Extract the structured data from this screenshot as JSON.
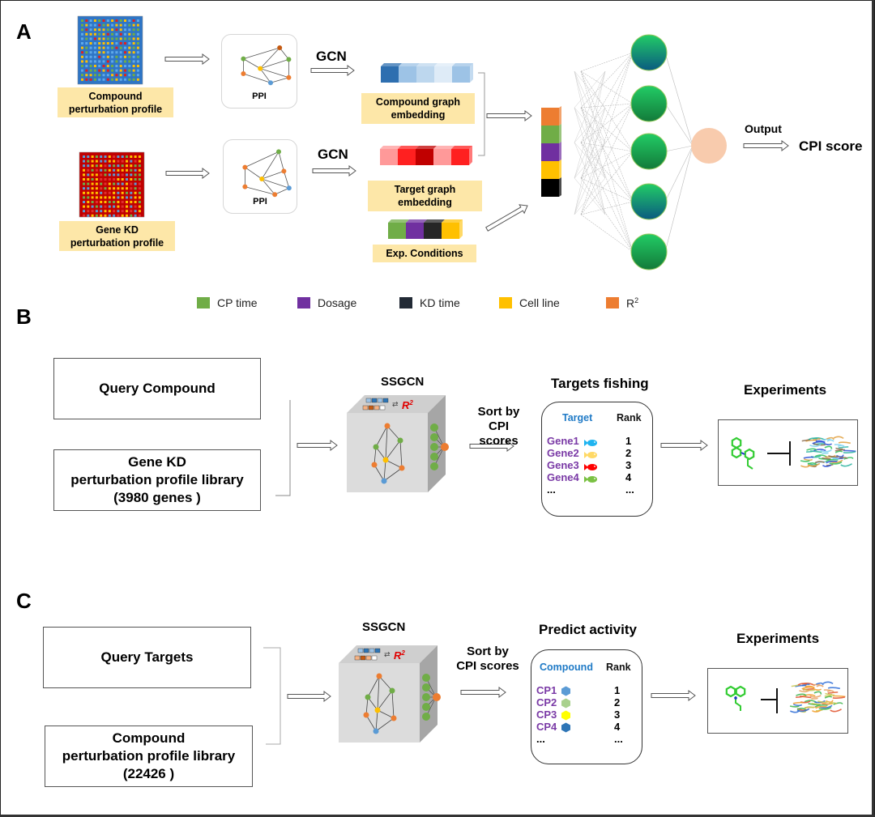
{
  "panels": {
    "a": {
      "label": "A",
      "compound_profile_label": [
        "Compound",
        "perturbation profile"
      ],
      "gene_profile_label": [
        "Gene KD",
        "perturbation profile"
      ],
      "ppi_label_top": "PPI",
      "ppi_label_bottom": "PPI",
      "gcn_top": "GCN",
      "gcn_bottom": "GCN",
      "compound_embedding_label": [
        "Compound graph",
        "embedding"
      ],
      "target_embedding_label": [
        "Target graph",
        "embedding"
      ],
      "exp_conditions_label": "Exp. Conditions",
      "output_label": "Output",
      "cpi_score_label": "CPI score",
      "compound_embedding_colors": [
        "#2e6fb0",
        "#9dc3e6",
        "#bdd7ee",
        "#deebf7",
        "#9dc3e6"
      ],
      "target_embedding_colors": [
        "#ff9999",
        "#ff2020",
        "#c00000",
        "#ff9999",
        "#ff2020"
      ],
      "exp_condition_colors": [
        "#70ad47",
        "#7030a0",
        "#262626",
        "#ffc000"
      ],
      "stack_colors": [
        "#ed7d31",
        "#70ad47",
        "#7030a0",
        "#ffc000",
        "#000000"
      ],
      "hidden_layer_nodes": 5,
      "input_layer_nodes": 5
    },
    "legend": [
      {
        "label": "CP time",
        "color": "#70ad47"
      },
      {
        "label": "Dosage",
        "color": "#7030a0"
      },
      {
        "label": "KD time",
        "color": "#222a35"
      },
      {
        "label": "Cell line",
        "color": "#ffc000"
      },
      {
        "label": "R",
        "sup": "2",
        "color": "#ed7d31"
      }
    ],
    "b": {
      "label": "B",
      "query_box": "Query Compound",
      "library_box": [
        "Gene KD",
        "perturbation profile library",
        "(3980 genes )"
      ],
      "ssgcn_title": "SSGCN",
      "r2_label": "R",
      "r2_sup": "2",
      "sort_label": [
        "Sort by",
        "CPI scores"
      ],
      "results_title": "Targets  fishing",
      "table_header": {
        "name": "Target",
        "rank": "Rank"
      },
      "rows": [
        {
          "name": "Gene1",
          "icon": "fish-icon",
          "color": "#1fb4f0",
          "rank": "1"
        },
        {
          "name": "Gene2",
          "icon": "fish-icon",
          "color": "#ffd966",
          "rank": "2"
        },
        {
          "name": "Gene3",
          "icon": "fish-icon",
          "color": "#ff0000",
          "rank": "3"
        },
        {
          "name": "Gene4",
          "icon": "fish-icon",
          "color": "#7ac143",
          "rank": "4"
        },
        {
          "name": "...",
          "icon": "",
          "color": "",
          "rank": "..."
        }
      ],
      "experiments_title": "Experiments"
    },
    "c": {
      "label": "C",
      "query_box": "Query Targets",
      "library_box": [
        "Compound",
        "perturbation profile library",
        "(22426 )"
      ],
      "ssgcn_title": "SSGCN",
      "r2_label": "R",
      "r2_sup": "2",
      "sort_label": [
        "Sort by",
        "CPI scores"
      ],
      "results_title": "Predict activity",
      "table_header": {
        "name": "Compound",
        "rank": "Rank"
      },
      "rows": [
        {
          "name": "CP1",
          "icon": "hexagon-icon",
          "color": "#5b9bd5",
          "rank": "1"
        },
        {
          "name": "CP2",
          "icon": "hexagon-icon",
          "color": "#a9d18e",
          "rank": "2"
        },
        {
          "name": "CP3",
          "icon": "hexagon-icon",
          "color": "#ffff00",
          "rank": "3"
        },
        {
          "name": "CP4",
          "icon": "hexagon-icon",
          "color": "#2e75b6",
          "rank": "4"
        },
        {
          "name": "...",
          "icon": "",
          "color": "",
          "rank": "..."
        }
      ],
      "experiments_title": "Experiments"
    }
  }
}
